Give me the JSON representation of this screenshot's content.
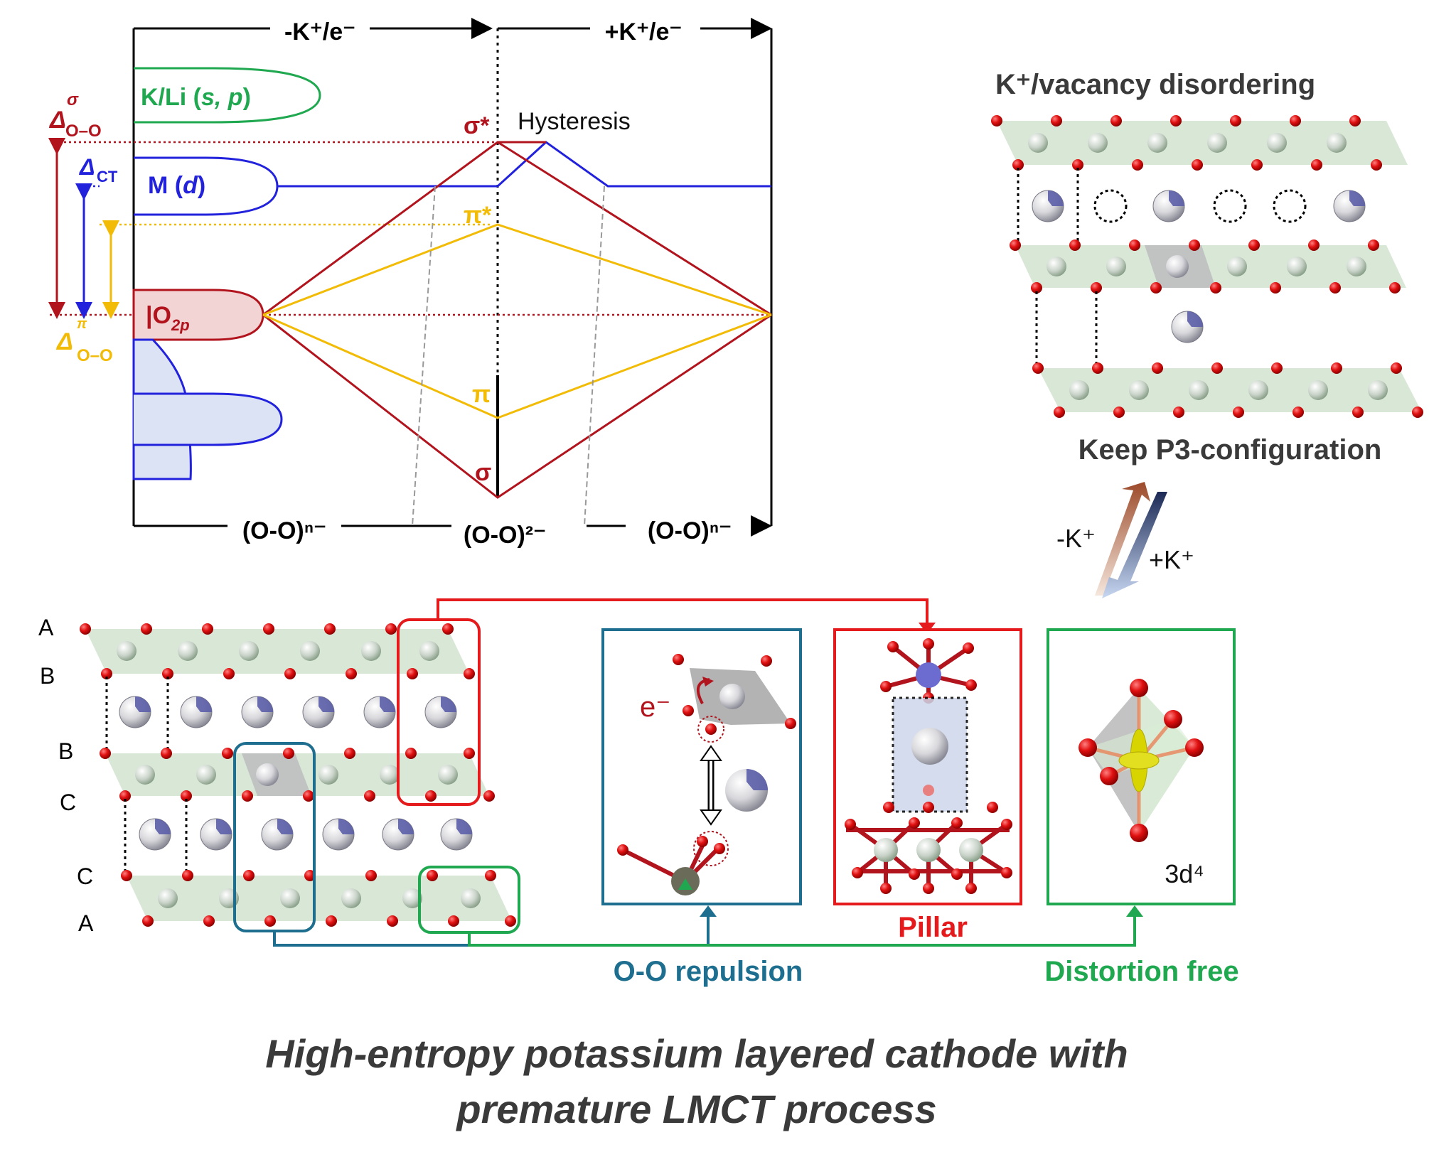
{
  "mo_diagram": {
    "top_left_label": "-K⁺/e⁻",
    "top_right_label": "+K⁺/e⁻",
    "bottom_left_label": "(O-O)ⁿ⁻",
    "bottom_center_label": "(O-O)²⁻",
    "bottom_right_label": "(O-O)ⁿ⁻",
    "kli_orbital": "K/Li (",
    "kli_sp": "s, p",
    "kli_close": ")",
    "m_orbital": "M (",
    "m_d": "d",
    "m_close": ")",
    "o2p_bar": "|O",
    "o2p_sub": "2p",
    "sigma_star": "σ*",
    "pi_star": "π*",
    "pi": "π",
    "sigma": "σ",
    "hysteresis": "Hysteresis",
    "delta_sigma_symbol": "Δ",
    "delta_sigma_sup": "σ",
    "delta_sigma_sub": "O–O",
    "delta_ct_symbol": "Δ",
    "delta_ct_sub": "CT",
    "delta_pi_symbol": "Δ",
    "delta_pi_sup": "π",
    "delta_pi_sub": "O–O",
    "colors": {
      "red": "#b2141e",
      "blue": "#2222dd",
      "yellow": "#f2bb05",
      "green": "#1fa84f",
      "teal": "#1d6e8f",
      "bright_red": "#e41a1c"
    }
  },
  "top_structure": {
    "title": "K⁺/vacancy disordering",
    "caption": "Keep P3-configuration"
  },
  "arrows": {
    "minus_k": "-K⁺",
    "plus_k": "+K⁺"
  },
  "bottom_structure": {
    "stacking_labels": [
      "A",
      "B",
      "B",
      "C",
      "C",
      "A"
    ]
  },
  "insets": {
    "electron_label": "e⁻",
    "oo_repulsion": "O-O repulsion",
    "pillar": "Pillar",
    "distortion_free": "Distortion free",
    "electron_config": "3d⁴"
  },
  "footer": {
    "title_line1": "High-entropy potassium layered cathode with",
    "title_line2": "premature LMCT process"
  }
}
